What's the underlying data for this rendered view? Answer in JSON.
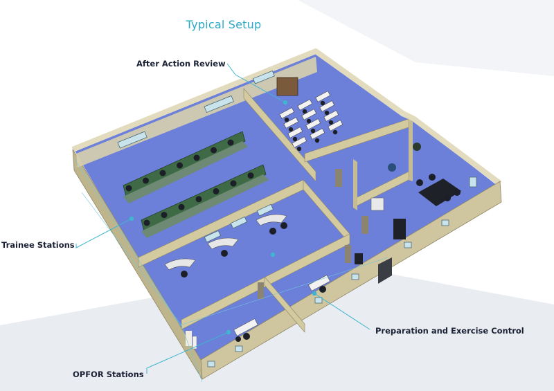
{
  "title": "Typical Setup",
  "callouts": {
    "after_action_review": "After Action Review",
    "trainee_stations": "Trainee Stations",
    "preparation_control": "Preparation and Exercise Control",
    "opfor_stations": "OPFOR Stations"
  },
  "colors": {
    "accent": "#2aa8c4",
    "floor": "#6c7fd9",
    "wall_top": "#e6dfc2",
    "wall_side": "#c9bf98",
    "background_shade": "#e4e8ee",
    "label_text": "#1b2235",
    "station_panel": "#3e6b45"
  }
}
